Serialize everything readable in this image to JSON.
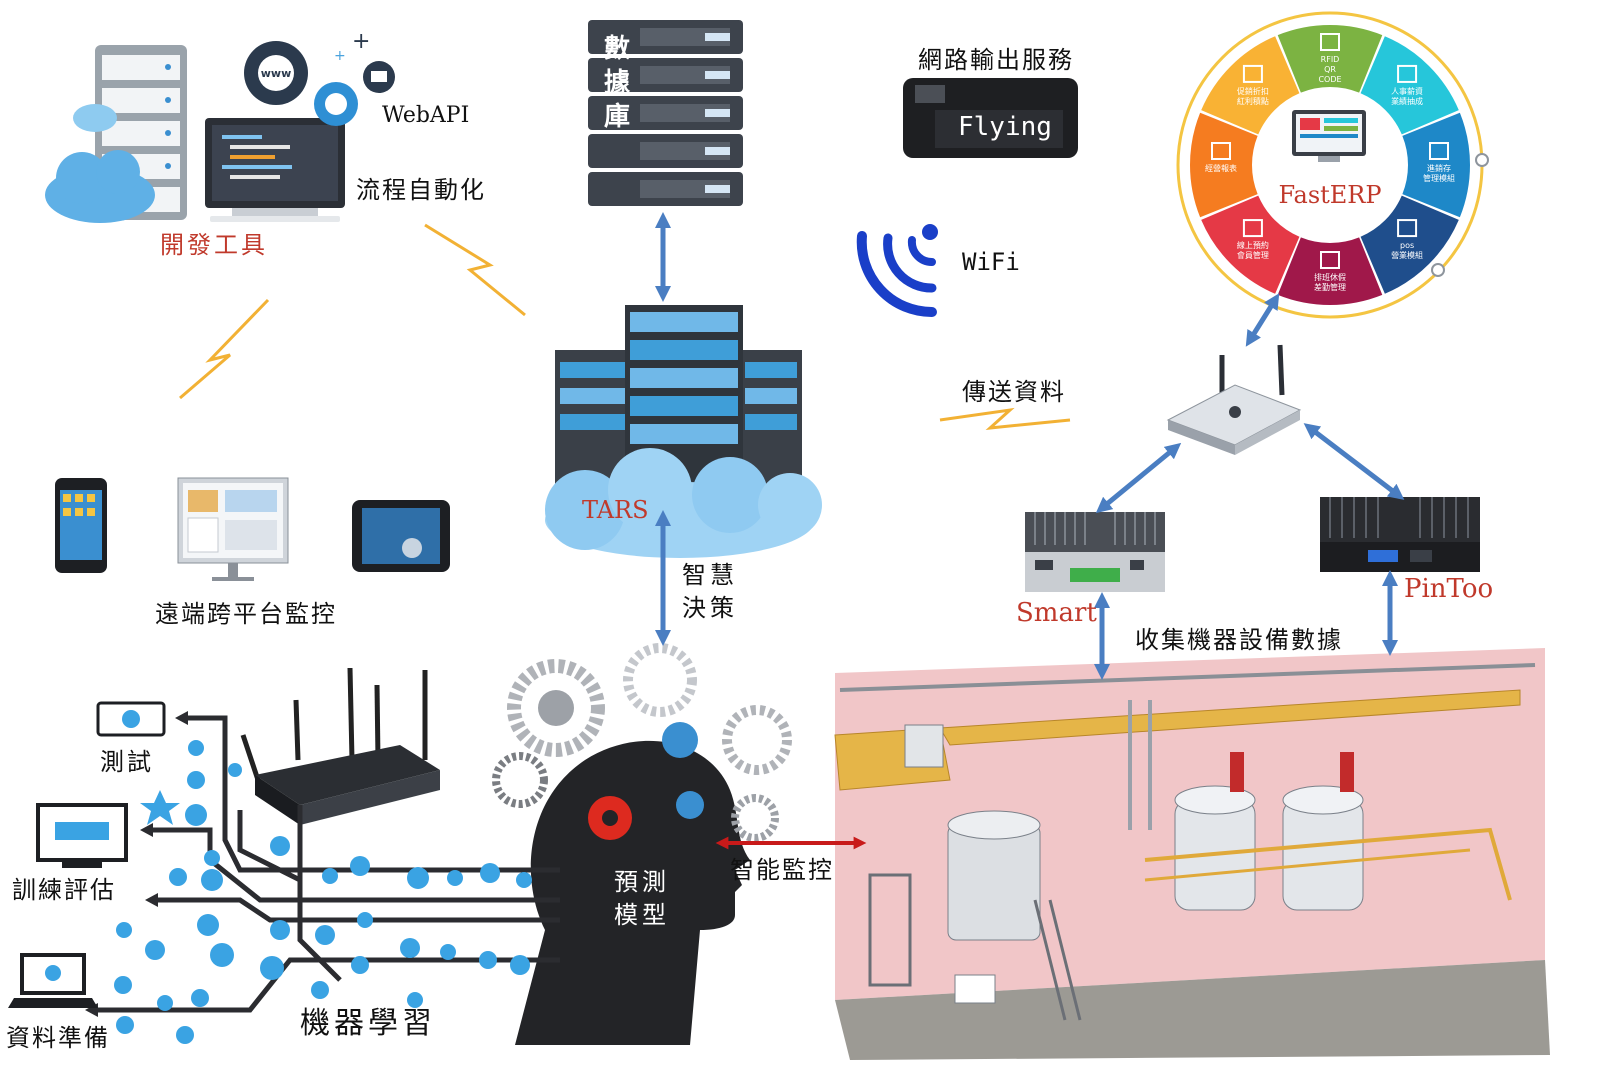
{
  "labels": {
    "dev_tools": "開發工具",
    "webapi": "WebAPI",
    "process_automation": "流程自動化",
    "database": [
      "數",
      "據",
      "庫"
    ],
    "network_output": "網路輸出服務",
    "printer": "Flying",
    "wifi": "WiFi",
    "send_data": "傳送資料",
    "tars": "TARS",
    "smart_decision": [
      "智慧",
      "決策"
    ],
    "remote_monitor": "遠端跨平台監控",
    "smart": "Smart",
    "pintoo": "PinToo",
    "collect_data": "收集機器設備數據",
    "predict_model": [
      "預測",
      "模型"
    ],
    "smart_monitor": "智能監控",
    "test": "測試",
    "train_eval": "訓練評估",
    "data_prep": "資料準備",
    "machine_learning": "機器學習"
  },
  "fasterp": {
    "center": "FastERP",
    "segments": [
      {
        "label": "RFID QR CODE",
        "color": "#7cb342"
      },
      {
        "label": "人事薪資 業績抽成",
        "color": "#26c6da"
      },
      {
        "label": "進銷存 管理模組",
        "color": "#1e88c8"
      },
      {
        "label": "pos 營業模組",
        "color": "#1f4e8c"
      },
      {
        "label": "排班休假 差勤管理",
        "color": "#a0184a"
      },
      {
        "label": "線上預約 會員管理",
        "color": "#e53946"
      },
      {
        "label": "經營報表",
        "color": "#f57c20"
      },
      {
        "label": "促銷折扣 紅利積點",
        "color": "#f9b234"
      }
    ]
  },
  "colors": {
    "arrow_blue": "#4a7ec2",
    "arrow_red": "#c81a1a",
    "label_red": "#c0392b",
    "wifi_blue": "#1a3fc8",
    "lightning": "#f2b134",
    "factory_wall": "#f1c6c8"
  }
}
